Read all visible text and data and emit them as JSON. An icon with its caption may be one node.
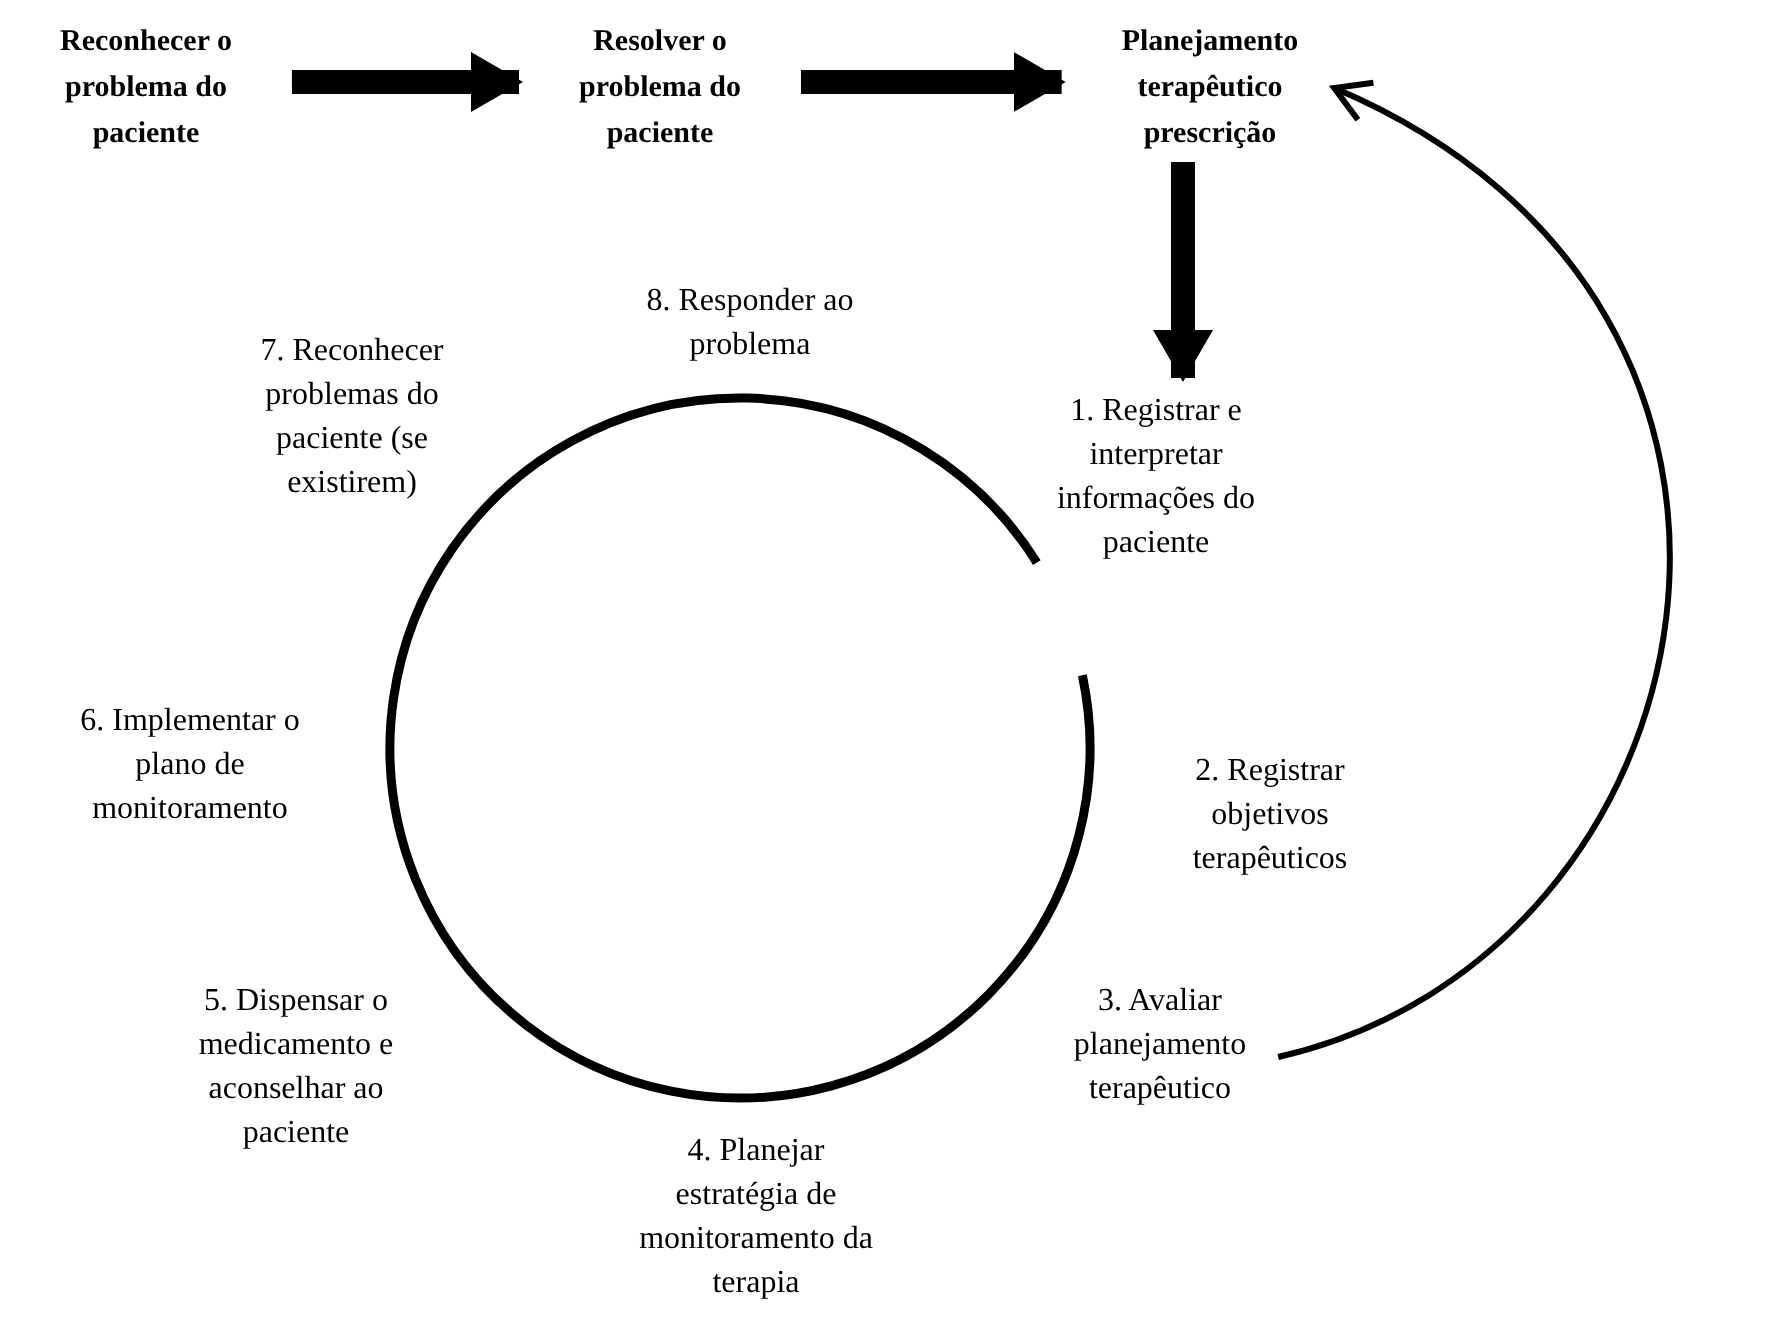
{
  "diagram": {
    "nodes": [
      {
        "text": [
          "Reconhecer o problema do paciente"
        ]
      },
      {
        "text": [
          "Resolver o problema do paciente"
        ]
      },
      {
        "text": [
          "Planejamento terapêutico prescrição"
        ]
      },
      {
        "text": [
          "1. Registrar e interpretar informações do paciente"
        ]
      },
      {
        "text": [
          "2. Registrar objetivos terapêuticos"
        ]
      },
      {
        "text": [
          "3. Avaliar planejamento terapêutico"
        ]
      },
      {
        "text": [
          "4. Planejar estratégia de monitoramento da terapia"
        ]
      },
      {
        "text": [
          "5. Dispensar o medicamento e aconselhar ao paciente"
        ]
      },
      {
        "text": [
          "6. Implementar o plano de monitoramento"
        ]
      },
      {
        "text": [
          "7. Reconhecer problemas do paciente (se existirem)"
        ]
      },
      {
        "text": [
          "8. Responder ao problema"
        ]
      }
    ],
    "edges": [
      {
        "from": 0,
        "to": 1,
        "arrow": "to"
      },
      {
        "from": 1,
        "to": 2,
        "arrow": "to"
      },
      {
        "from": 2,
        "to": 3,
        "arrow": "to"
      },
      {
        "from": 5,
        "to": 2,
        "arrow": "to"
      }
    ]
  }
}
